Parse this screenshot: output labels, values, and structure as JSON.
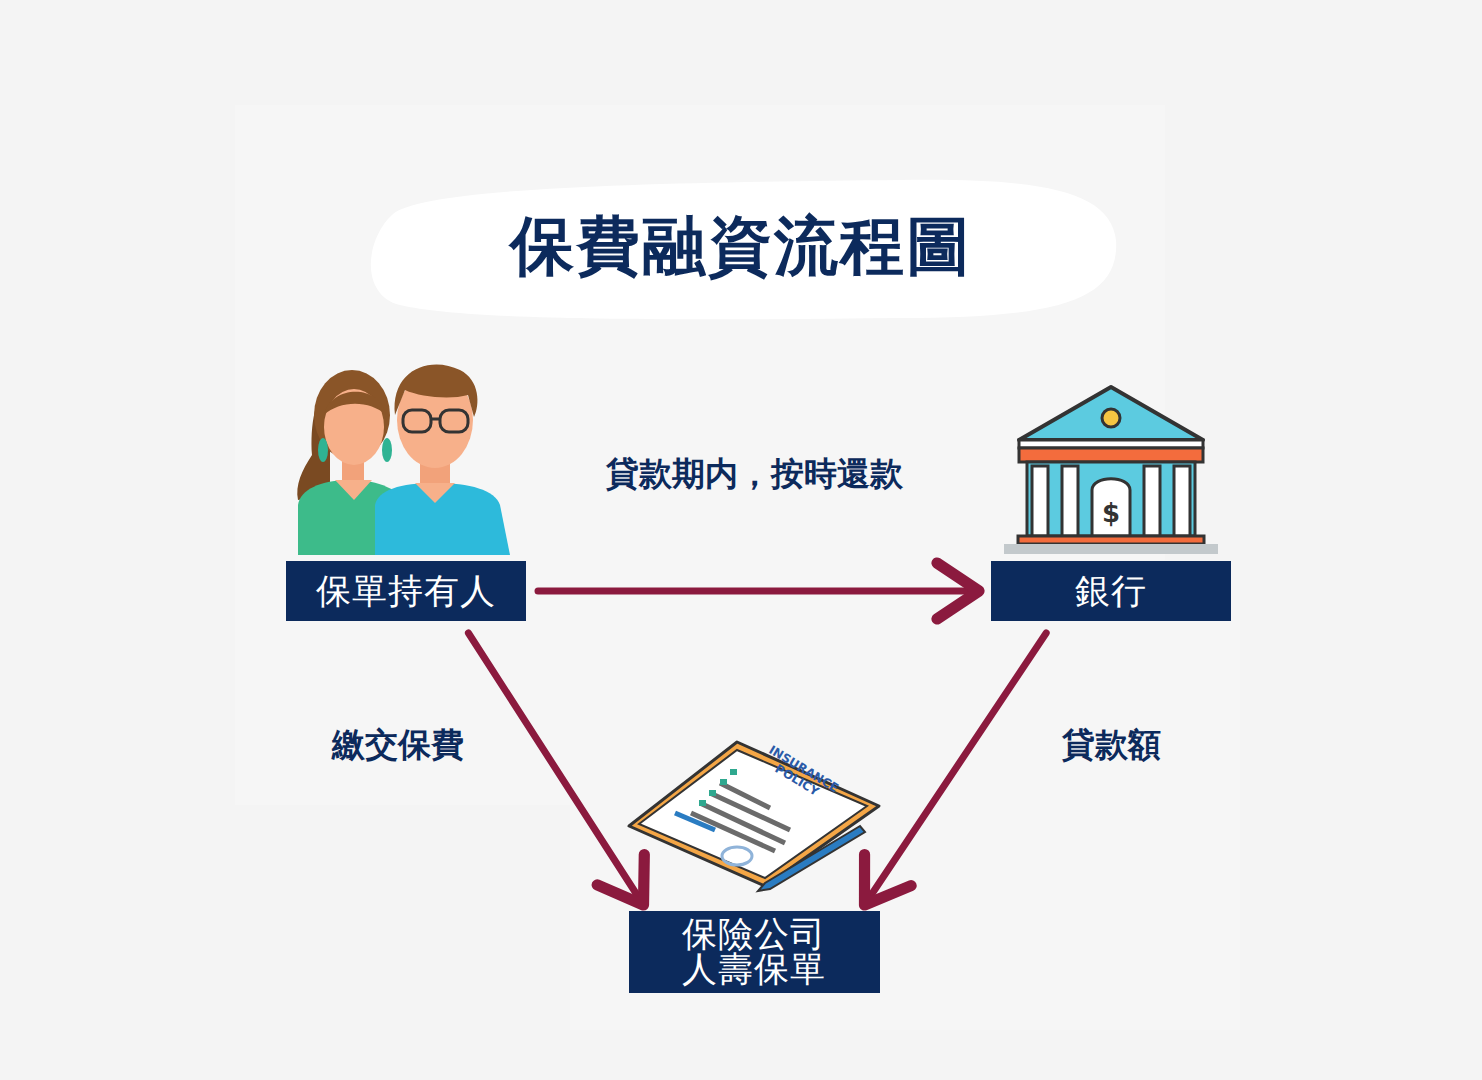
{
  "diagram": {
    "title": "保費融資流程圖",
    "nodes": [
      {
        "text": [
          "保單持有人"
        ]
      },
      {
        "text": [
          "銀行"
        ]
      },
      {
        "text": [
          "保險公司 人壽保單"
        ]
      }
    ],
    "edges": [
      {
        "from": 0,
        "to": 1,
        "label": "貸款期内，按時還款",
        "arrow": "to"
      },
      {
        "from": 0,
        "to": 2,
        "label": "繳交保費",
        "arrow": "to"
      },
      {
        "from": 1,
        "to": 2,
        "label": "貸款額",
        "arrow": "to"
      }
    ],
    "labels": [
      "INSURANCE POLICY"
    ]
  }
}
